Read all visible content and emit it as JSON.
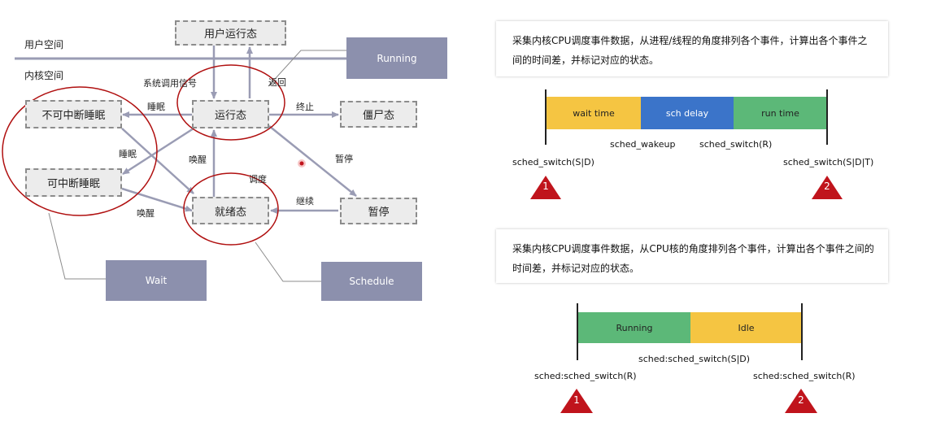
{
  "left_diagram": {
    "region_user": "用户空间",
    "region_kernel": "内核空间",
    "states": {
      "user_running": "用户运行态",
      "running": "运行态",
      "zombie": "僵尸态",
      "uninterruptible_sleep": "不可中断睡眠",
      "interruptible_sleep": "可中断睡眠",
      "ready": "就绪态",
      "stopped": "暂停"
    },
    "edge_labels": {
      "syscall_signal": "系统调用信号",
      "return": "返回",
      "sleep_top": "睡眠",
      "terminate": "终止",
      "sleep_mid": "睡眠",
      "wakeup_mid": "唤醒",
      "stop": "暂停",
      "schedule": "调度",
      "continue": "继续",
      "wakeup_bottom": "唤醒"
    },
    "callouts": {
      "running": "Running",
      "wait": "Wait",
      "schedule": "Schedule"
    },
    "colors": {
      "arrow": "#9a9cb4",
      "circle": "#b01010",
      "callout_bg": "#8c90ad"
    }
  },
  "panel_top": {
    "description": "采集内核CPU调度事件数据，从进程/线程的角度排列各个事件，计算出各个事件之间的时间差，并标记对应的状态。",
    "segments": [
      {
        "label": "wait time",
        "color": "#f5c542"
      },
      {
        "label": "sch delay",
        "color": "#3b74c9"
      },
      {
        "label": "run time",
        "color": "#5cb878"
      }
    ],
    "events": {
      "start": "sched_switch(S|D)",
      "wakeup": "sched_wakeup",
      "switch_r": "sched_switch(R)",
      "end": "sched_switch(S|D|T)"
    },
    "markers": [
      "1",
      "2"
    ]
  },
  "panel_bottom": {
    "description": "采集内核CPU调度事件数据，从CPU核的角度排列各个事件，计算出各个事件之间的时间差，并标记对应的状态。",
    "segments": [
      {
        "label": "Running",
        "color": "#5cb878"
      },
      {
        "label": "Idle",
        "color": "#f5c542"
      }
    ],
    "events": {
      "start": "sched:sched_switch(R)",
      "middle": "sched:sched_switch(S|D)",
      "end": "sched:sched_switch(R)"
    },
    "markers": [
      "1",
      "2"
    ],
    "marker_color": "#c0141c"
  }
}
